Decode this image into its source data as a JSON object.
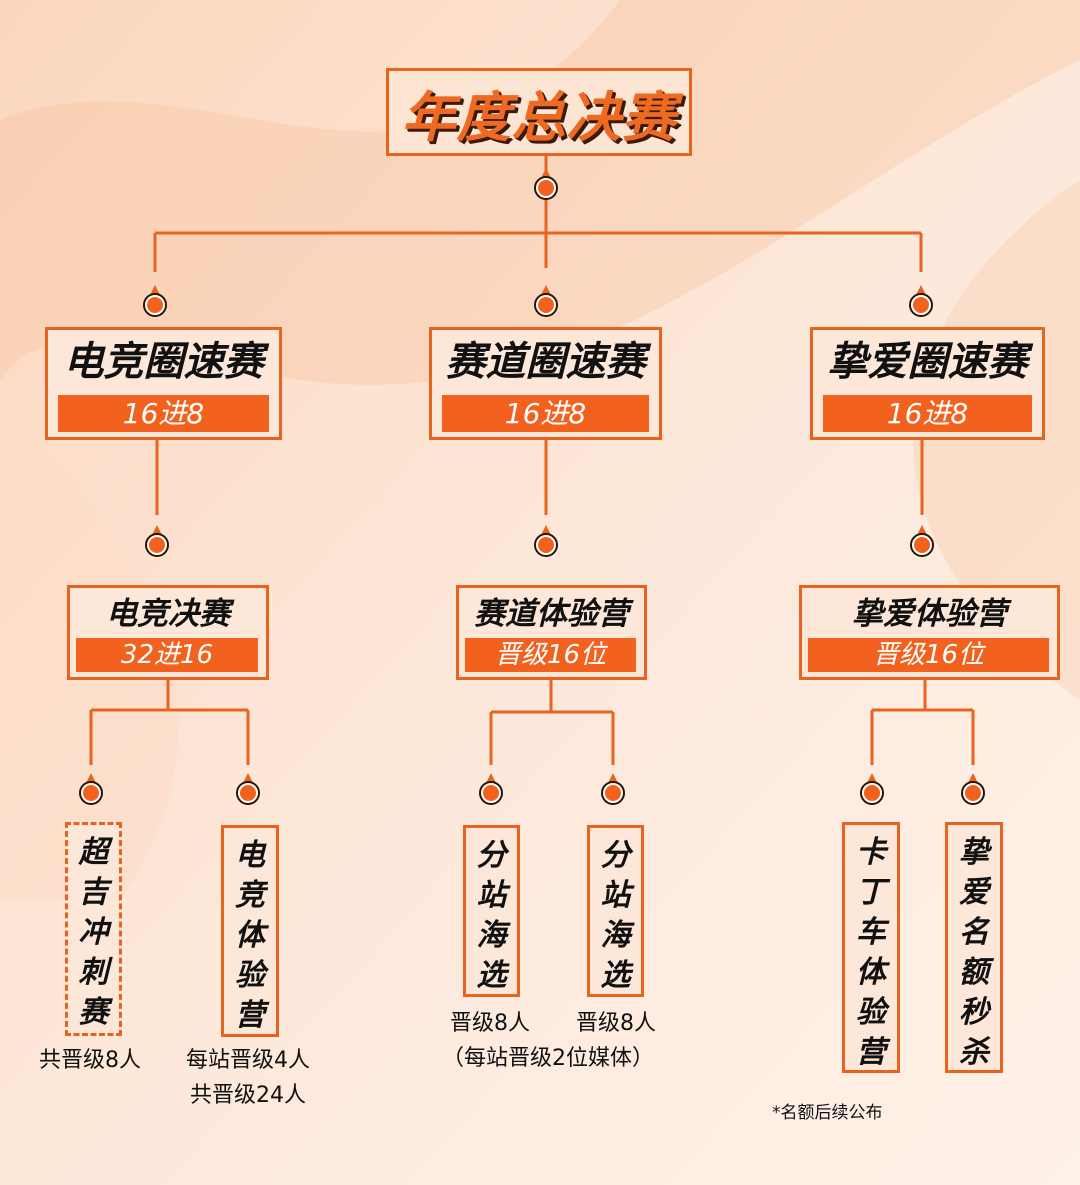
{
  "title": "年度总决赛",
  "colors": {
    "accent": "#f2621e",
    "line": "#e8641e",
    "background": "#fde6d6"
  },
  "level2": [
    {
      "name": "电竞圈速赛",
      "sub": "16进8"
    },
    {
      "name": "赛道圈速赛",
      "sub": "16进8"
    },
    {
      "name": "挚爱圈速赛",
      "sub": "16进8"
    }
  ],
  "level3": [
    {
      "name": "电竞决赛",
      "sub": "32进16"
    },
    {
      "name": "赛道体验营",
      "sub": "晋级16位"
    },
    {
      "name": "挚爱体验营",
      "sub": "晋级16位"
    }
  ],
  "leaves": [
    {
      "text": "超吉冲刺赛",
      "caption1": "共晋级8人",
      "caption2": ""
    },
    {
      "text": "电竞体验营",
      "caption1": "每站晋级4人",
      "caption2": "共晋级24人"
    },
    {
      "text": "分站海选",
      "caption1": "晋级8人",
      "caption2": "（每站晋级2位媒体）"
    },
    {
      "text": "分站海选",
      "caption1": "晋级8人",
      "caption2": ""
    },
    {
      "text": "卡丁车体验营",
      "caption1": "",
      "caption2": ""
    },
    {
      "text": "挚爱名额秒杀",
      "caption1": "",
      "caption2": ""
    }
  ],
  "note": "*名额后续公布"
}
